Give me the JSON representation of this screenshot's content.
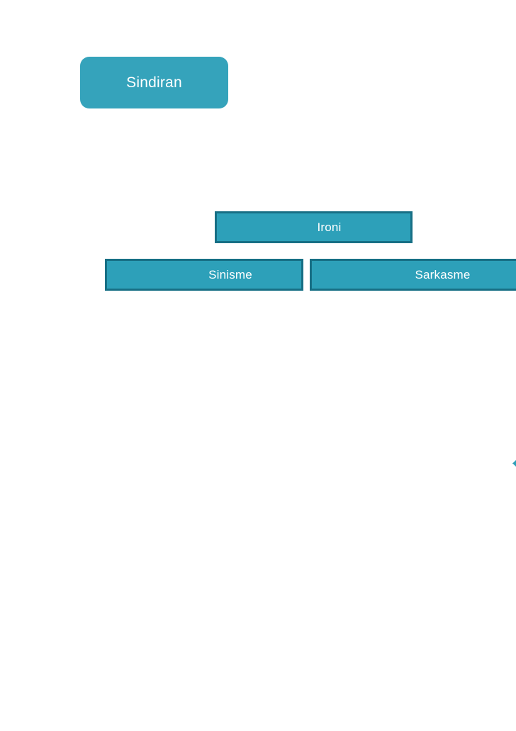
{
  "slide": {
    "background": "#ffffff"
  },
  "diagram": {
    "type": "hierarchy",
    "root": {
      "label": "Sindiran"
    },
    "children": [
      {
        "label": "Ironi"
      },
      {
        "label": "Sinisme"
      },
      {
        "label": "Sarkasme"
      }
    ],
    "colors": {
      "slide_bg": "#ffffff",
      "root_fill": "#35a3bb",
      "node_fill": "#2da0b9",
      "node_border": "#176f85",
      "text": "#ffffff"
    }
  }
}
